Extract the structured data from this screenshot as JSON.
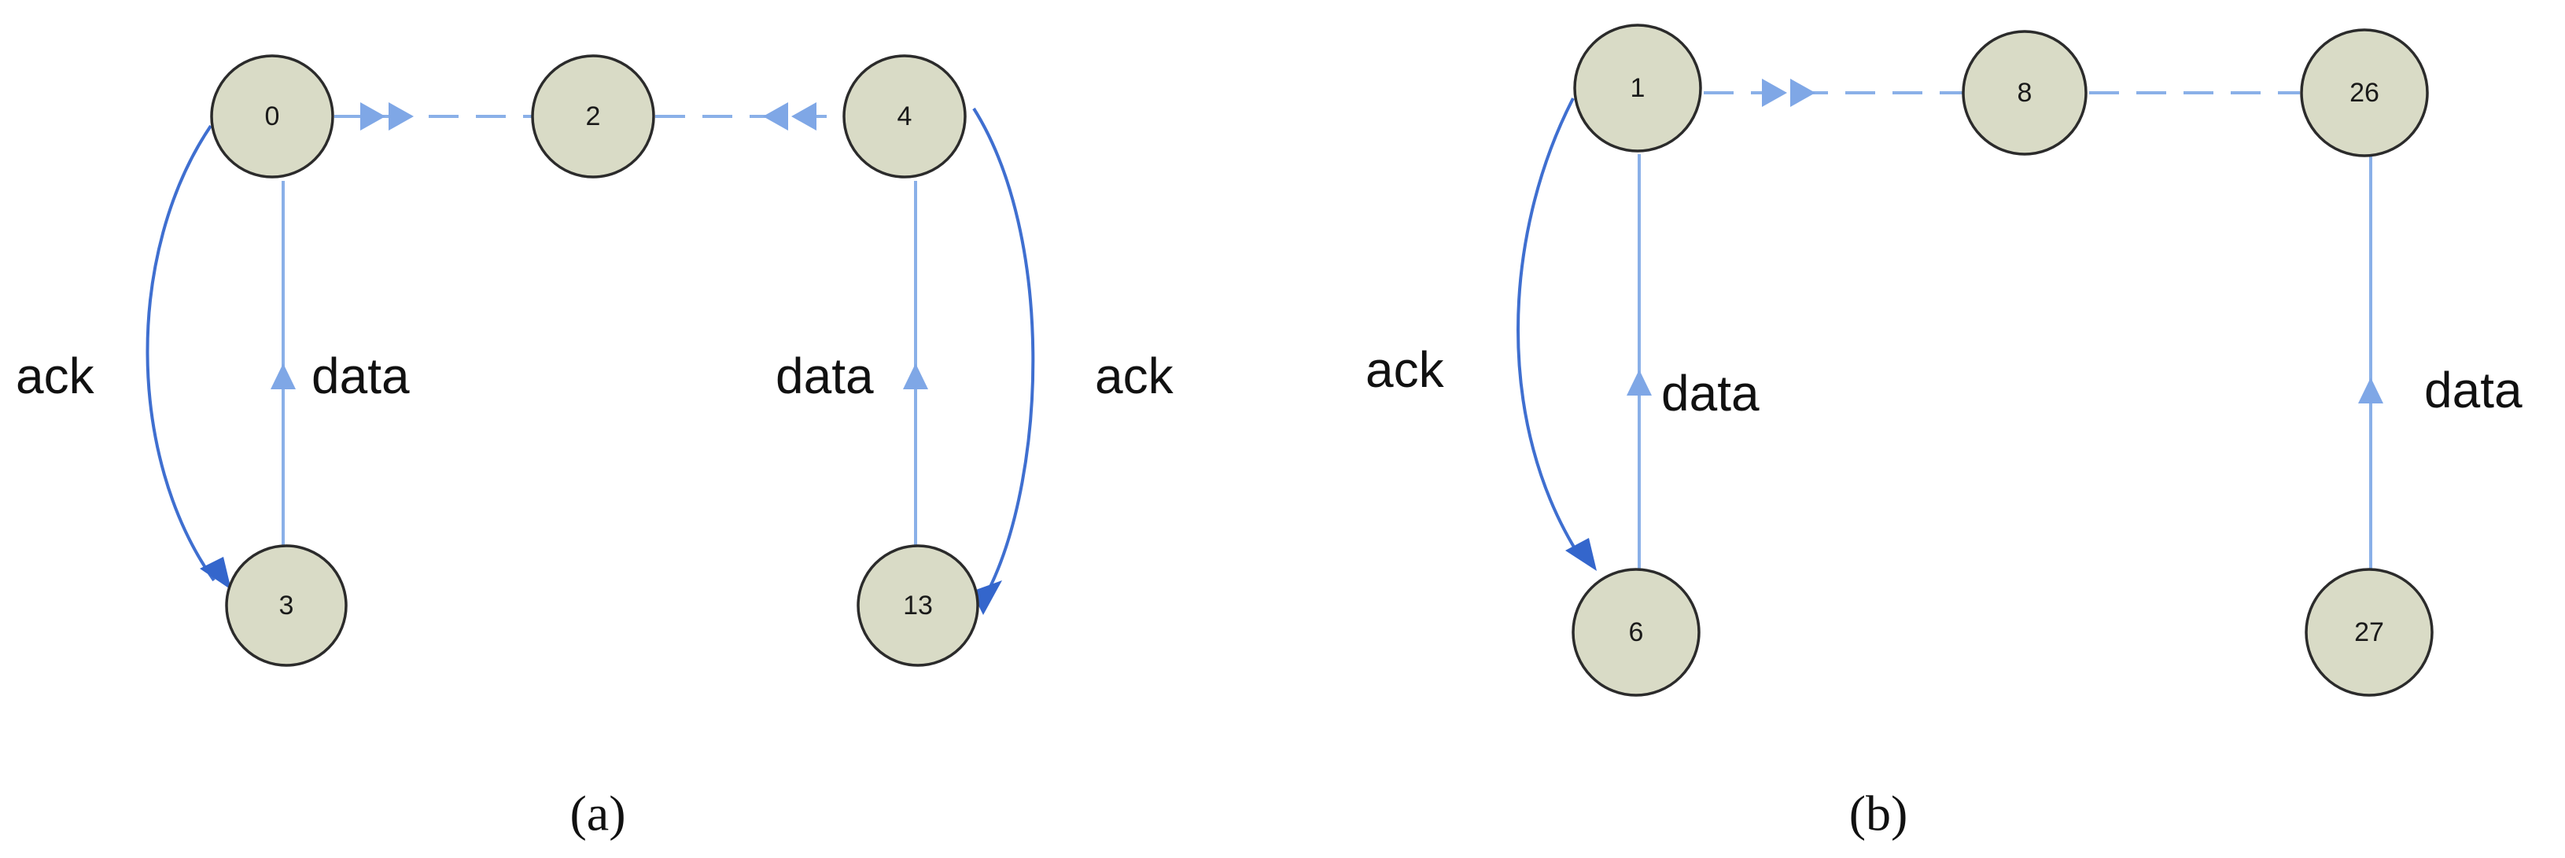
{
  "panels": [
    {
      "caption": "(a)",
      "nodes": [
        {
          "id": "0",
          "label": "0"
        },
        {
          "id": "2",
          "label": "2"
        },
        {
          "id": "4",
          "label": "4"
        },
        {
          "id": "3",
          "label": "3"
        },
        {
          "id": "13",
          "label": "13"
        }
      ],
      "edge_labels": {
        "ack_left": "ack",
        "data_left": "data",
        "data_right": "data",
        "ack_right": "ack"
      }
    },
    {
      "caption": "(b)",
      "nodes": [
        {
          "id": "1",
          "label": "1"
        },
        {
          "id": "8",
          "label": "8"
        },
        {
          "id": "26",
          "label": "26"
        },
        {
          "id": "6",
          "label": "6"
        },
        {
          "id": "27",
          "label": "27"
        }
      ],
      "edge_labels": {
        "ack_left": "ack",
        "data_left": "data",
        "data_right": "data"
      }
    }
  ],
  "colors": {
    "node_fill": "#d9dbc6",
    "data_edge": "#8ab0e8",
    "ack_edge": "#3f6fd0"
  }
}
